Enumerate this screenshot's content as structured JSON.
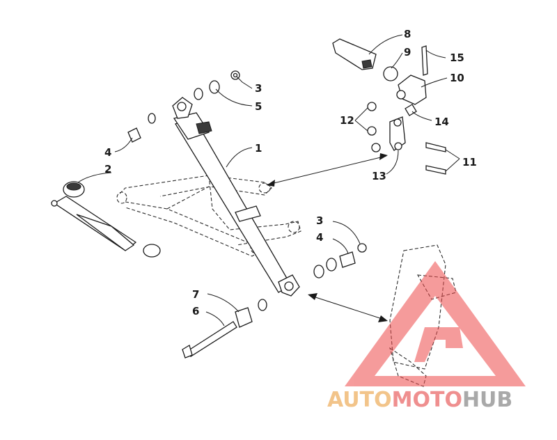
{
  "labels": {
    "l1": "1",
    "l2": "2",
    "l3a": "3",
    "l3b": "3",
    "l4a": "4",
    "l4b": "4",
    "l5": "5",
    "l6": "6",
    "l7": "7",
    "l8": "8",
    "l9": "9",
    "l10": "10",
    "l11": "11",
    "l12": "12",
    "l13": "13",
    "l14": "14",
    "l15": "15"
  },
  "watermark": {
    "part_auto": "AUTO",
    "part_moto": "MOTO",
    "part_hub": "HUB",
    "color_auto": "#f2c48a",
    "color_moto": "#ef8f8f",
    "color_hub": "#a9a9a9",
    "logo_color": "#ee4a4a"
  }
}
